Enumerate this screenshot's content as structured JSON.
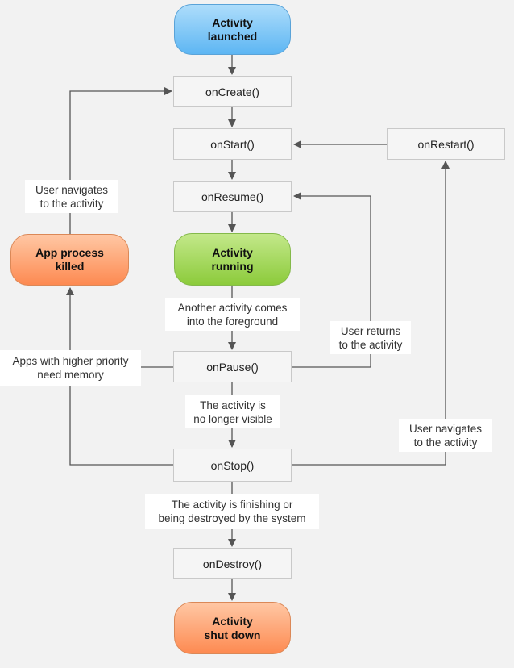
{
  "states": {
    "launched": "Activity\nlaunched",
    "running": "Activity\nrunning",
    "killed": "App process\nkilled",
    "shutdown": "Activity\nshut down"
  },
  "methods": {
    "on_create": "onCreate()",
    "on_start": "onStart()",
    "on_resume": "onResume()",
    "on_pause": "onPause()",
    "on_stop": "onStop()",
    "on_destroy": "onDestroy()",
    "on_restart": "onRestart()"
  },
  "labels": {
    "user_navigates_to_activity_left": "User navigates\nto the activity",
    "another_activity_foreground": "Another activity comes\ninto the foreground",
    "user_returns": "User returns\nto the activity",
    "apps_higher_priority": "Apps with higher priority\nneed memory",
    "no_longer_visible": "The activity is\nno longer visible",
    "user_navigates_to_activity_right": "User navigates\nto the activity",
    "finishing_or_destroyed": "The activity is finishing or\nbeing destroyed by the system"
  },
  "colors": {
    "launched": "#5db6f3",
    "running": "#8ccb3b",
    "killed": "#fd8a51",
    "shutdown": "#fd8a51",
    "connector": "#555555"
  }
}
